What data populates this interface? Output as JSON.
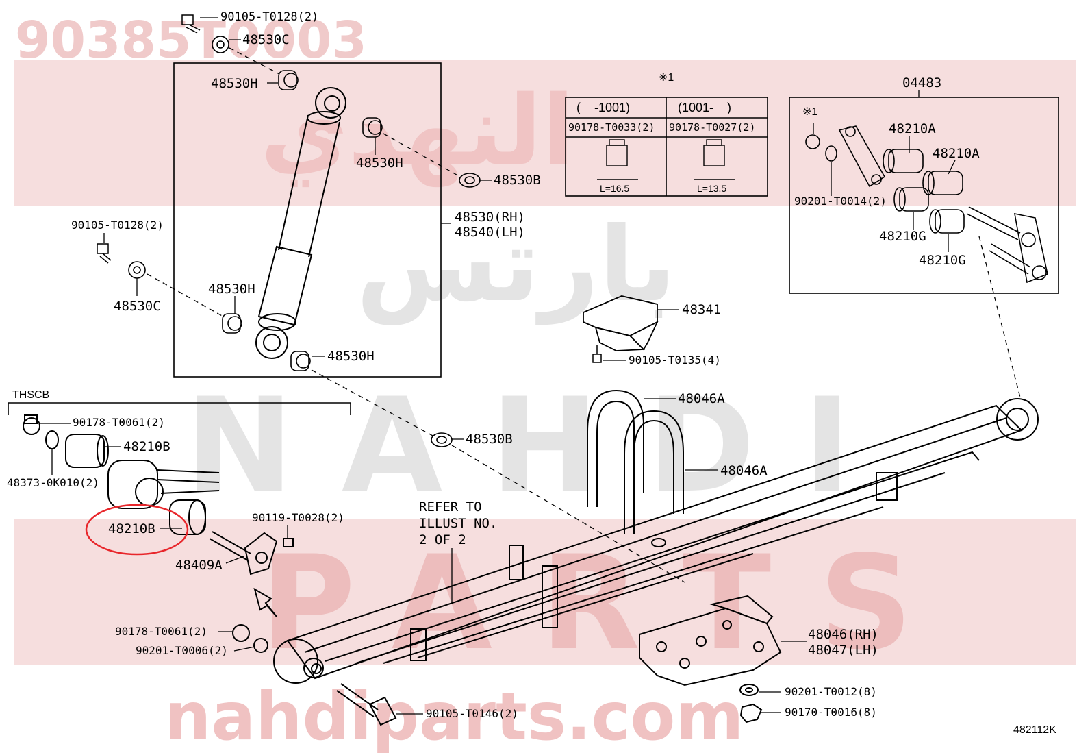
{
  "watermark": {
    "part_number": "90385T0003",
    "brand": "NAHDI",
    "brand_sub": "PARTS",
    "arabic_top": "النهدي",
    "arabic_mid": "بارتس",
    "url": "nahdiparts.com",
    "color": "#f4caca"
  },
  "diagram_code": "482112K",
  "section_label": "THSCB",
  "note_refer": [
    "REFER TO",
    "ILLUST NO.",
    "2 OF 2"
  ],
  "table": {
    "note": "※1",
    "col1_header": "(    -1001)",
    "col2_header": "(1001-    )",
    "col1_part": "90178-T0033(2)",
    "col2_part": "90178-T0027(2)",
    "col1_len": "L=16.5",
    "col2_len": "L=13.5"
  },
  "kit": {
    "number": "04483",
    "note": "※1"
  },
  "parts": {
    "p1": "90105-T0128(2)",
    "p2": "48530C",
    "p3": "48530H",
    "p4": "48530H",
    "p5": "48530B",
    "p6": "48530(RH)",
    "p7": "48540(LH)",
    "p8": "90105-T0128(2)",
    "p9": "48530C",
    "p10": "48530H",
    "p11": "48530H",
    "p12": "48341",
    "p13": "90105-T0135(4)",
    "p14": "48046A",
    "p15": "48046A",
    "p16": "48530B",
    "p17": "90178-T0061(2)",
    "p18": "48210B",
    "p19": "48373-0K010(2)",
    "p20": "48210B",
    "p21": "90119-T0028(2)",
    "p22": "48409A",
    "p23": "90178-T0061(2)",
    "p24": "90201-T0006(2)",
    "p25": "48046(RH)",
    "p26": "48047(LH)",
    "p27": "90201-T0012(8)",
    "p28": "90105-T0146(2)",
    "p29": "90170-T0016(8)",
    "p30": "48210A",
    "p31": "48210A",
    "p32": "90201-T0014(2)",
    "p33": "48210G",
    "p34": "48210G"
  }
}
